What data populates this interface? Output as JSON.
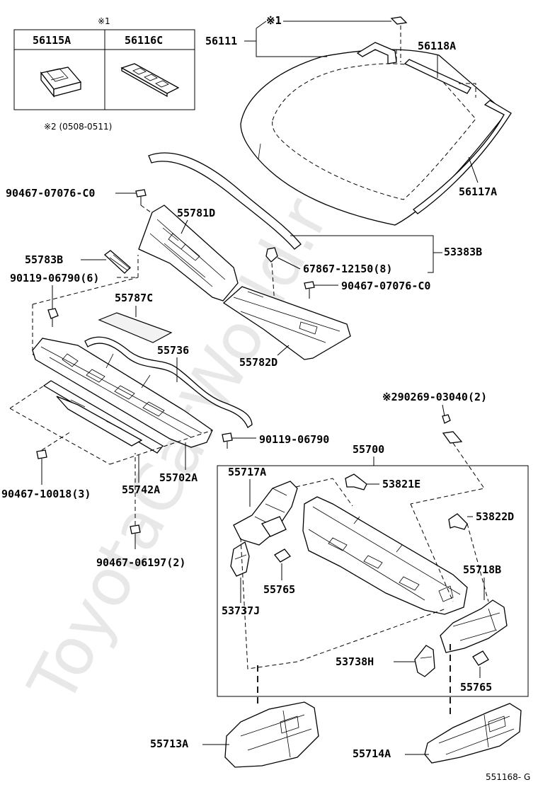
{
  "watermark": "ToyotaCarWorld.ru",
  "figure_code": "551168- G",
  "inset": {
    "mark": "※1",
    "headers": [
      "56115A",
      "56116C"
    ],
    "footnote": "※2 (0508-0511)"
  },
  "labels": {
    "p56111": "56111",
    "mark1": "※1",
    "p56118A": "56118A",
    "p56117A": "56117A",
    "b90467_07076_C0_top": "90467-07076-C0",
    "p55781D": "55781D",
    "p55783B": "55783B",
    "b90119_06790_6": "90119-06790(6)",
    "p53383B": "53383B",
    "c67867_12150_8": "67867-12150(8)",
    "b90467_07076_C0_mid": "90467-07076-C0",
    "p55787C": "55787C",
    "p55736": "55736",
    "p55782D": "55782D",
    "b290269_03040_2": "※290269-03040(2)",
    "b90119_06790": "90119-06790",
    "p55700": "55700",
    "p55717A": "55717A",
    "p53821E": "53821E",
    "p55702A": "55702A",
    "b90467_10018_3": "90467-10018(3)",
    "p55742A": "55742A",
    "p53822D": "53822D",
    "b90467_06197_2": "90467-06197(2)",
    "p55765_left": "55765",
    "p55718B": "55718B",
    "p53737J": "53737J",
    "p53738H": "53738H",
    "p55765_right": "55765",
    "p55713A": "55713A",
    "p55714A": "55714A"
  }
}
